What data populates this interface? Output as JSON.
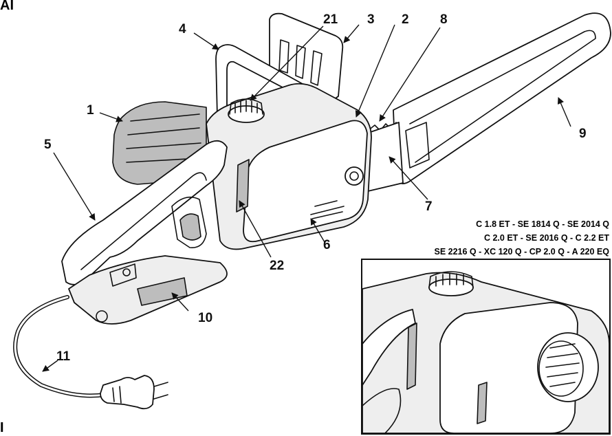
{
  "corner_labels": {
    "top": "AI",
    "bottom": "I"
  },
  "callouts": [
    "1",
    "2",
    "3",
    "4",
    "5",
    "6",
    "7",
    "8",
    "9",
    "10",
    "11",
    "21",
    "22"
  ],
  "model_lines": [
    "C 1.8 ET - SE 1814 Q - SE 2014 Q",
    "C 2.0 ET - SE 2016 Q - C 2.2 ET",
    "SE 2216 Q - XC 120 Q - CP 2.0 Q - A 220 EQ"
  ]
}
